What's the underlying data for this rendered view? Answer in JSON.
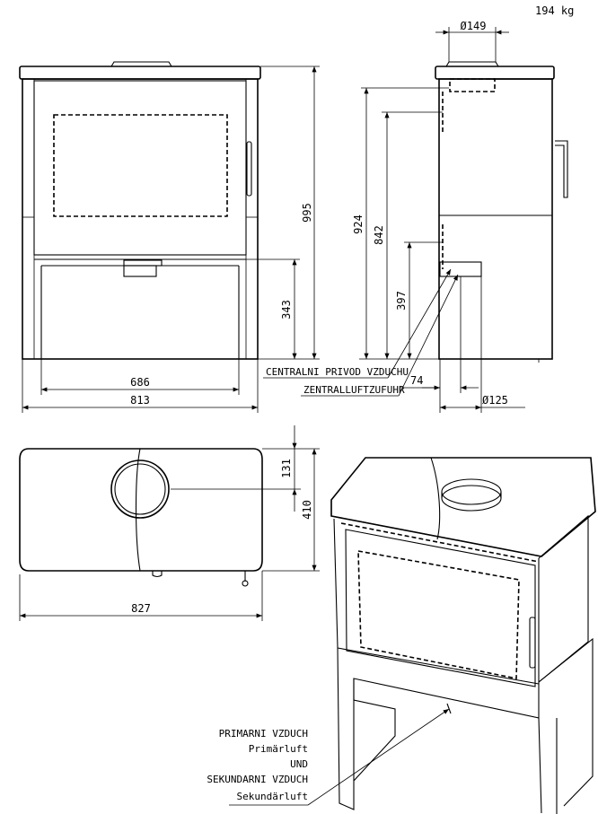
{
  "weight_label": "194 kg",
  "dimensions": {
    "flue_diameter": "Ø149",
    "air_inlet_diameter": "Ø125",
    "total_height": "995",
    "flue_height": "924",
    "side_height": "842",
    "air_inlet_height": "397",
    "ash_door_height": "343",
    "inner_width": "686",
    "total_width": "813",
    "air_inlet_offset": "74",
    "top_depth_offset": "131",
    "top_depth": "410",
    "top_width": "827"
  },
  "labels": {
    "central_air_cz": "CENTRALNI PRIVOD VZDUCHU",
    "central_air_de": "ZENTRALLUFTZUFUHR",
    "primary_cz": "PRIMARNI VZDUCH",
    "primary_de": "Primärluft",
    "und": "UND",
    "secondary_cz": "SEKUNDARNI VZDUCH",
    "secondary_de": "Sekundärluft"
  }
}
